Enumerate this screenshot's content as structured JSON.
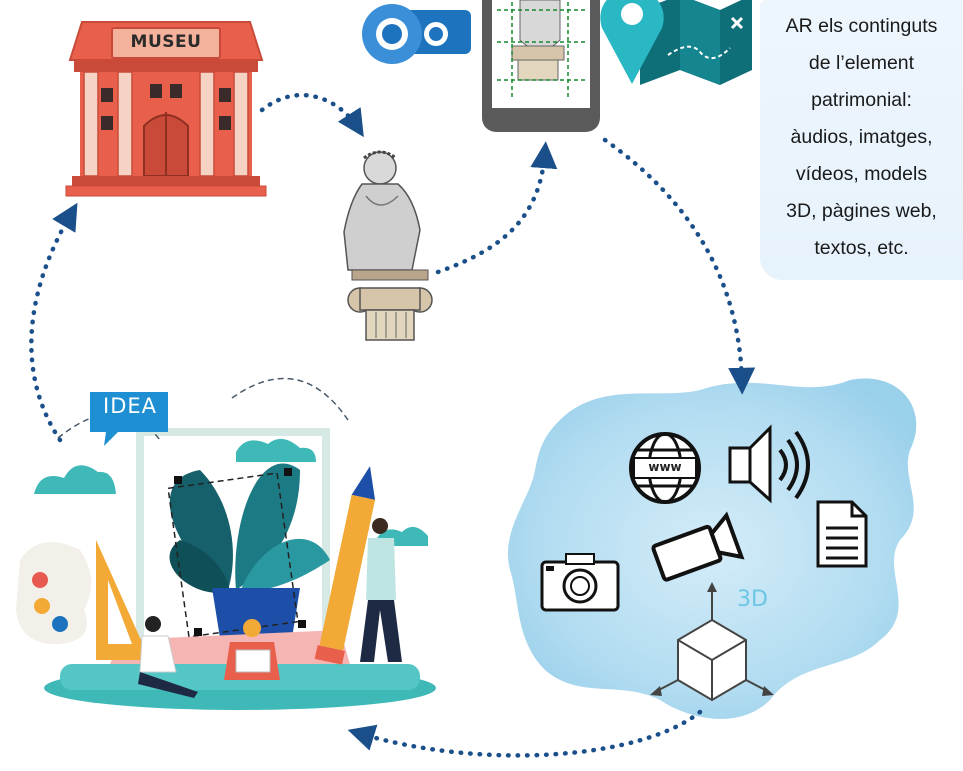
{
  "info_panel": {
    "lines": [
      "AR els continguts",
      "de l’element",
      "patrimonial:",
      "àudios, imatges,",
      "vídeos, models",
      "3D, pàgines web,",
      "textos, etc."
    ]
  },
  "museum": {
    "sign": "MUSEU"
  },
  "idea": {
    "bubble_text": "IDEA"
  },
  "media": {
    "web_label": "www",
    "model_label": "3D"
  },
  "colors": {
    "arrow": "#1a4f8a",
    "museum_red": "#e8604c",
    "museum_dark": "#c94a38",
    "teal": "#0e6f78",
    "map_green": "#2aa198",
    "camera_blue": "#1e73be",
    "watercolor": "#a9d8ef"
  }
}
